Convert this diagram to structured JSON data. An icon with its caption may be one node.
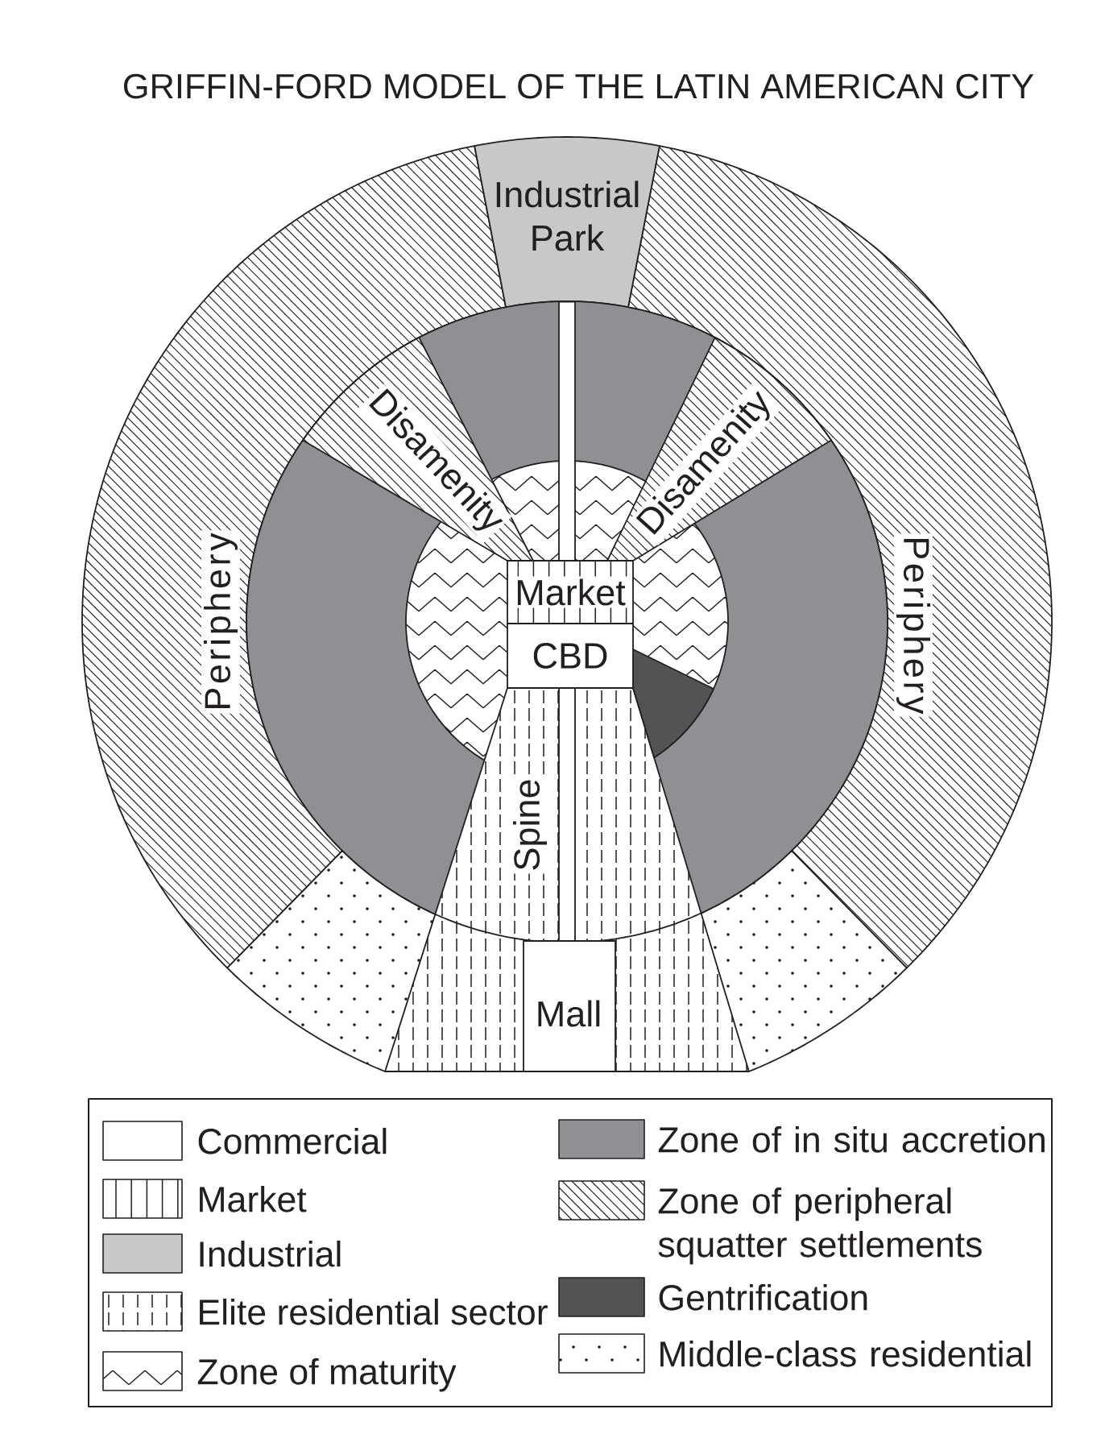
{
  "diagram": {
    "title": "GRIFFIN-FORD MODEL OF THE LATIN AMERICAN CITY",
    "nodes": [
      {
        "text": [
          "Industrial Park"
        ]
      },
      {
        "text": [
          "Disamenity"
        ]
      },
      {
        "text": [
          "Disamenity"
        ]
      },
      {
        "text": [
          "Periphery"
        ]
      },
      {
        "text": [
          "Market"
        ]
      },
      {
        "text": [
          "CBD"
        ]
      },
      {
        "text": [
          "Periphery"
        ]
      },
      {
        "text": [
          "Spine"
        ]
      },
      {
        "text": [
          "Mall"
        ],
        "in": 7
      }
    ],
    "legend": [
      {
        "text": "Commercial"
      },
      {
        "text": "Market"
      },
      {
        "text": "Industrial",
        "color": "#c8c8c9"
      },
      {
        "text": "Elite residential sector"
      },
      {
        "text": "Zone of maturity"
      },
      {
        "text": "Zone of in situ accretion",
        "color": "#8f9093"
      },
      {
        "text": "Zone of peripheral squatter settlements"
      },
      {
        "text": "Gentrification",
        "color": "#545254"
      },
      {
        "text": "Middle-class residential"
      }
    ]
  }
}
